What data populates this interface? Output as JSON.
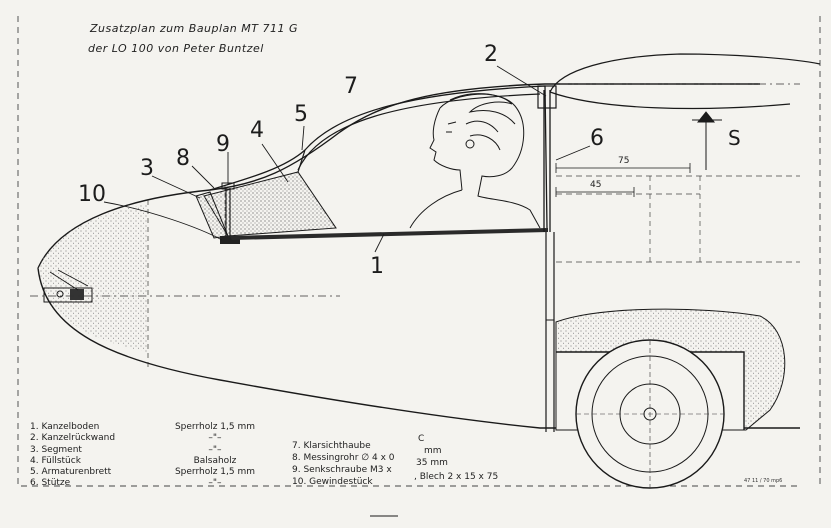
{
  "title": {
    "line1": "Zusatzplan zum Bauplan MT 711 G",
    "line2": "der  LO 100  von Peter Buntzel"
  },
  "callouts": [
    "1",
    "2",
    "3",
    "4",
    "5",
    "6",
    "7",
    "8",
    "9",
    "10"
  ],
  "marker": "S",
  "dimensions": {
    "a": "75",
    "b": "45"
  },
  "legend_left": [
    "1.  Kanzelboden",
    "2.  Kanzelrückwand",
    "3.  Segment",
    "4.  Füllstück",
    "5.  Armaturenbrett",
    "6.  Stütze"
  ],
  "materials": [
    "Sperrholz 1,5 mm",
    "–\"–",
    "–\"–",
    "Balsaholz",
    "Sperrholz  1,5 mm",
    "–\"–"
  ],
  "legend_right": [
    "7.  Klarsichthaube",
    "8.  Messingrohr  ∅ 4 x 0",
    "9.  Senkschraube  M3 x",
    "10.  Gewindestück"
  ],
  "extra": [
    "C",
    "mm",
    "35 mm",
    ", Blech  2 x 15 x 75"
  ],
  "corner_note": "47 11 / 70 mp6"
}
